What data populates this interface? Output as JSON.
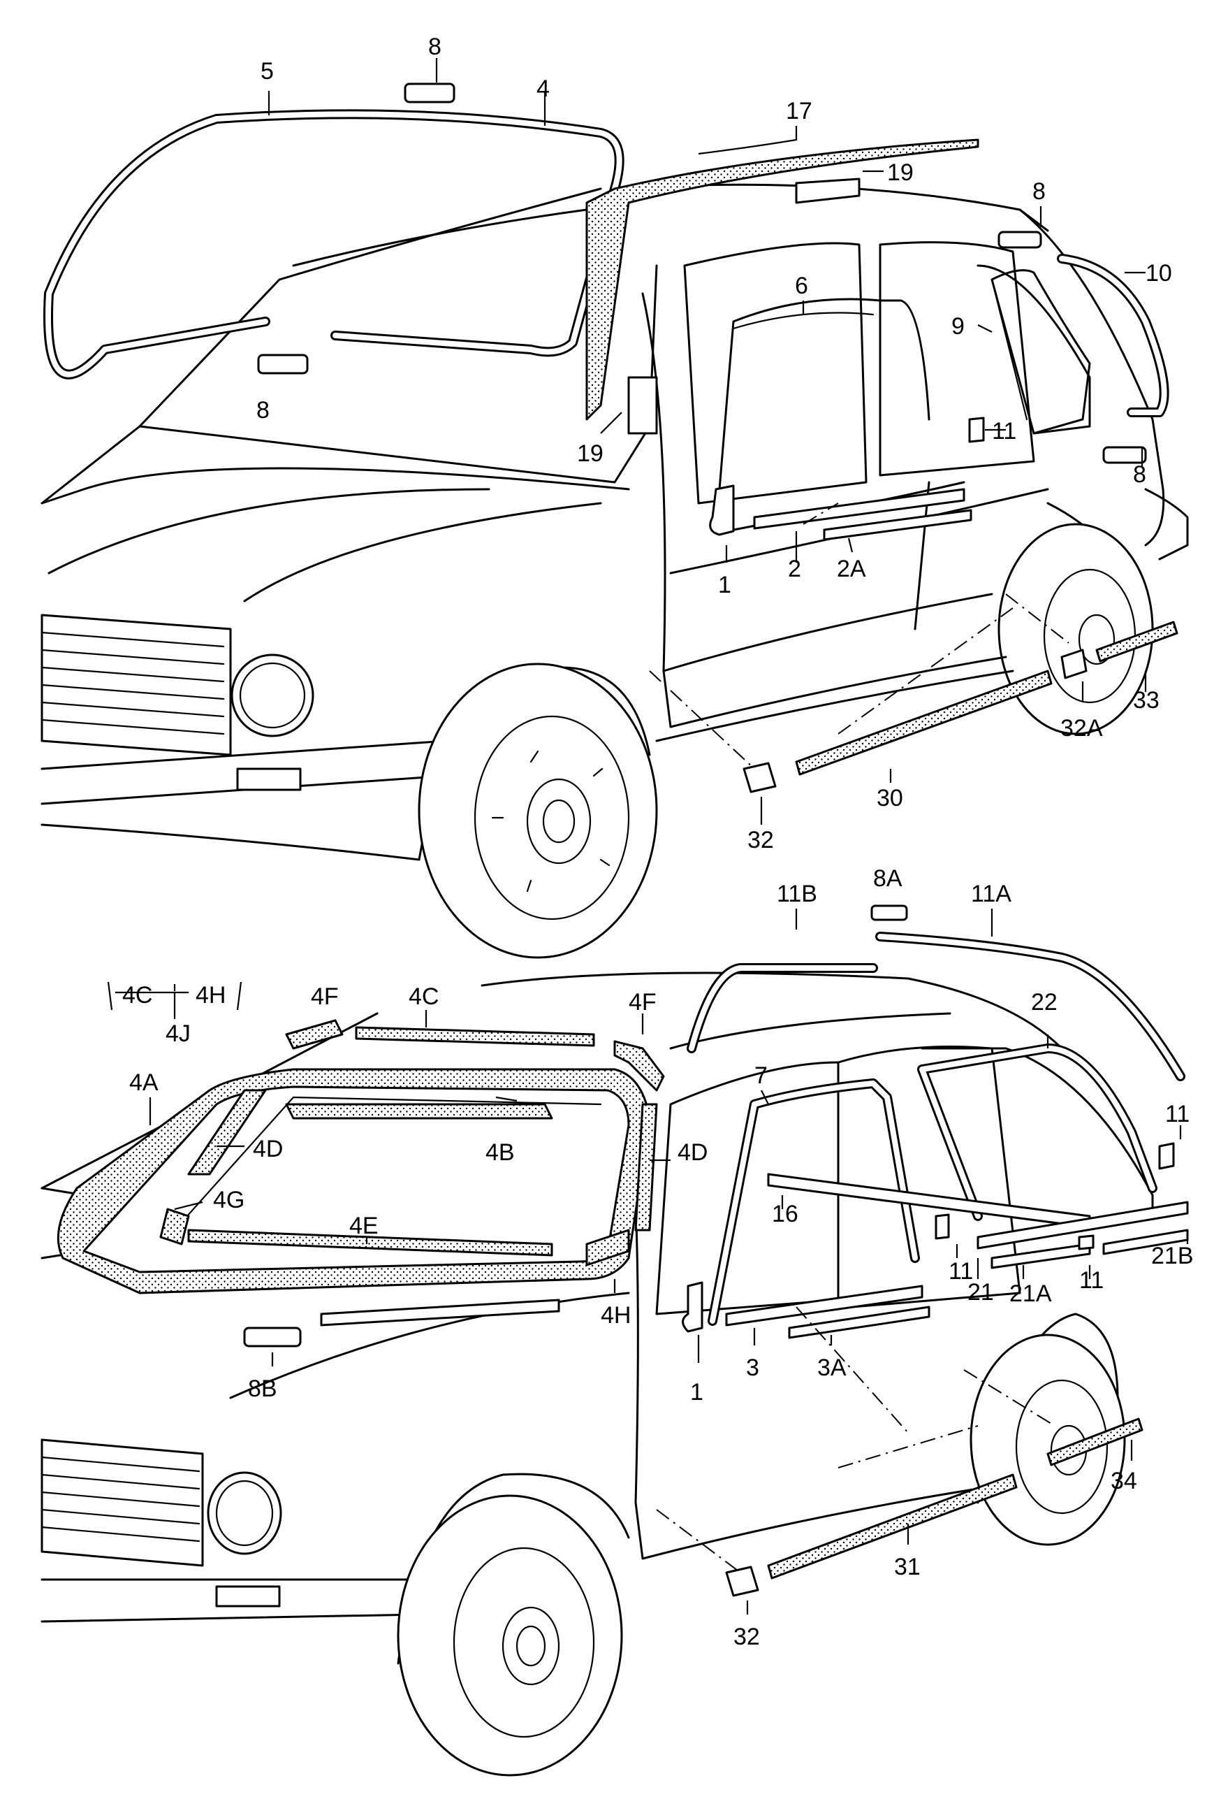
{
  "diagram": {
    "upper_labels": [
      "8",
      "5",
      "4",
      "17",
      "19",
      "8",
      "10",
      "6",
      "9",
      "8",
      "11",
      "8",
      "19",
      "1",
      "2",
      "2A",
      "32A",
      "33",
      "30",
      "32"
    ],
    "lower_labels": [
      "11B",
      "8A",
      "11A",
      "4C",
      "4H",
      "4J",
      "4F",
      "4C",
      "4F",
      "22",
      "4A",
      "4D",
      "7",
      "11",
      "4B",
      "4D",
      "4G",
      "16",
      "4E",
      "11",
      "21",
      "21A",
      "11",
      "21B",
      "4H",
      "1",
      "3",
      "3A",
      "8B",
      "34",
      "31",
      "32"
    ]
  }
}
